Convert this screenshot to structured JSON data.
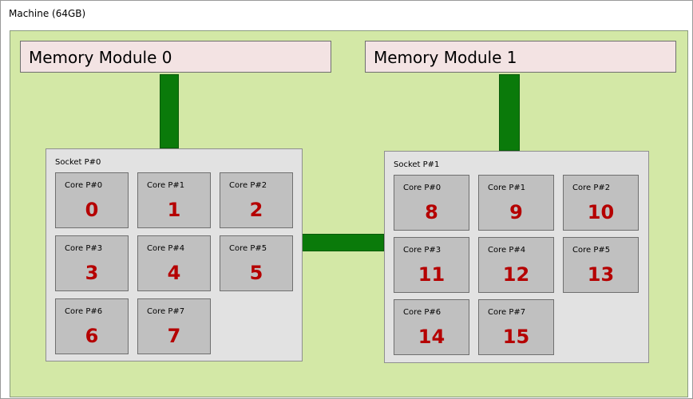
{
  "machine": {
    "title": "Machine (64GB)"
  },
  "memory_modules": [
    {
      "label": "Memory Module 0"
    },
    {
      "label": "Memory Module 1"
    }
  ],
  "sockets": [
    {
      "title": "Socket P#0",
      "cores": [
        {
          "label": "Core P#0",
          "pu": "0"
        },
        {
          "label": "Core P#1",
          "pu": "1"
        },
        {
          "label": "Core P#2",
          "pu": "2"
        },
        {
          "label": "Core P#3",
          "pu": "3"
        },
        {
          "label": "Core P#4",
          "pu": "4"
        },
        {
          "label": "Core P#5",
          "pu": "5"
        },
        {
          "label": "Core P#6",
          "pu": "6"
        },
        {
          "label": "Core P#7",
          "pu": "7"
        }
      ]
    },
    {
      "title": "Socket P#1",
      "cores": [
        {
          "label": "Core P#0",
          "pu": "8"
        },
        {
          "label": "Core P#1",
          "pu": "9"
        },
        {
          "label": "Core P#2",
          "pu": "10"
        },
        {
          "label": "Core P#3",
          "pu": "11"
        },
        {
          "label": "Core P#4",
          "pu": "12"
        },
        {
          "label": "Core P#5",
          "pu": "13"
        },
        {
          "label": "Core P#6",
          "pu": "14"
        },
        {
          "label": "Core P#7",
          "pu": "15"
        }
      ]
    }
  ],
  "colors": {
    "numa_background": "#d3e8a6",
    "memory_module_background": "#f3e3e3",
    "link": "#0a7a0a",
    "socket_background": "#e2e2e2",
    "core_background": "#c0c0c0",
    "pu_number": "#b50000"
  }
}
